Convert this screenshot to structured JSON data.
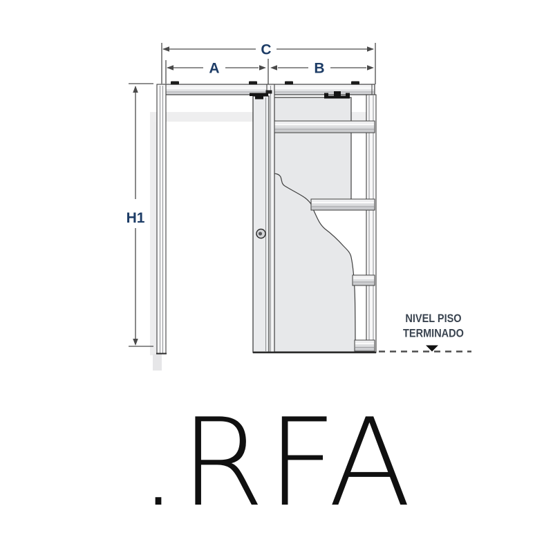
{
  "diagram": {
    "kind": "pocket-sliding-door-frame-drawing",
    "dimension_labels": {
      "total_width": "C",
      "passage_width": "A",
      "pocket_width": "B",
      "height": "H1"
    },
    "floor_level_note": {
      "line1": "NIVEL PISO",
      "line2": "TERMINADO"
    },
    "colors": {
      "dimension_label": "#1d3c66",
      "note_text": "#3a4450",
      "line": "#3f3f3f",
      "panel_fill": "#e7e8ea",
      "background": "#ffffff",
      "rfa_text": "#101010"
    }
  },
  "footer": {
    "file_extension_label": ".RFA"
  }
}
